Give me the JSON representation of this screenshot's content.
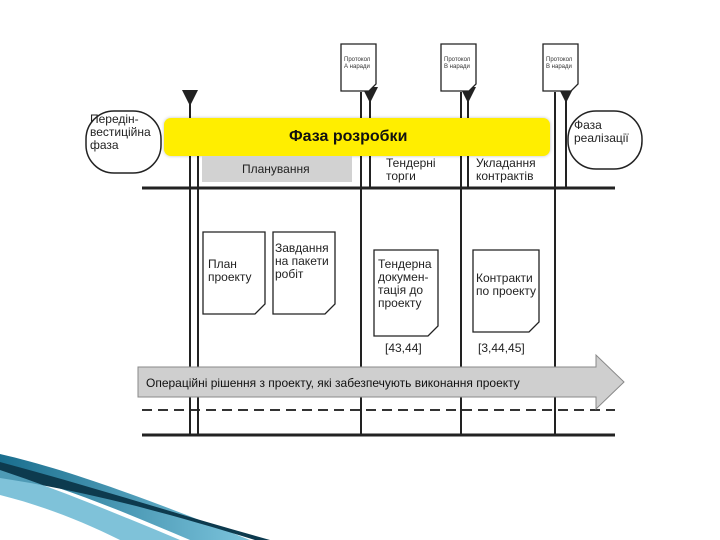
{
  "diagram": {
    "banner_title": "Фаза розробки",
    "pre_investment_phase": "Передін-\nвестиційна\nфаза",
    "implementation_phase": "Фаза\nреалізації",
    "planning": "Планування",
    "tender": "Тендерні\nторги",
    "contracting": "Укладання\nконтрактів",
    "protocols": [
      "Протокол\nА наради",
      "Протокол\nВ наради",
      "Протокол\nВ наради"
    ],
    "documents": [
      "План\nпроекту",
      "Завдання\nна пакети\nробіт",
      "Тендерна\nдокумен-\nтація до\nпроекту",
      "Контракти\nпо проекту"
    ],
    "refs": [
      "[43,44]",
      "[3,44,45]"
    ],
    "operations_arrow": "Операційні рішення з проекту, які забезпечують виконання проекту"
  }
}
